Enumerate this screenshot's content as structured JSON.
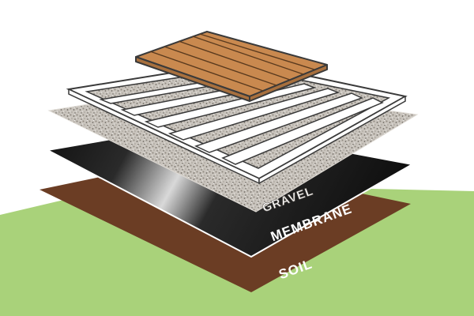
{
  "labels": {
    "gravel": "GRAVEL",
    "membrane": "MEMBRANE",
    "soil": "SOIL"
  },
  "colors": {
    "background": "#ffffff",
    "grass": "#a9d27a",
    "soil": "#6b3d24",
    "membrane": "#1a1a1a",
    "gravel": "#c9c4bd",
    "frame": "#ffffff",
    "outline": "#3a3a3a",
    "decking": "#c9894f",
    "label_light": "#ffffff",
    "label_gravel": "#ffffff"
  }
}
